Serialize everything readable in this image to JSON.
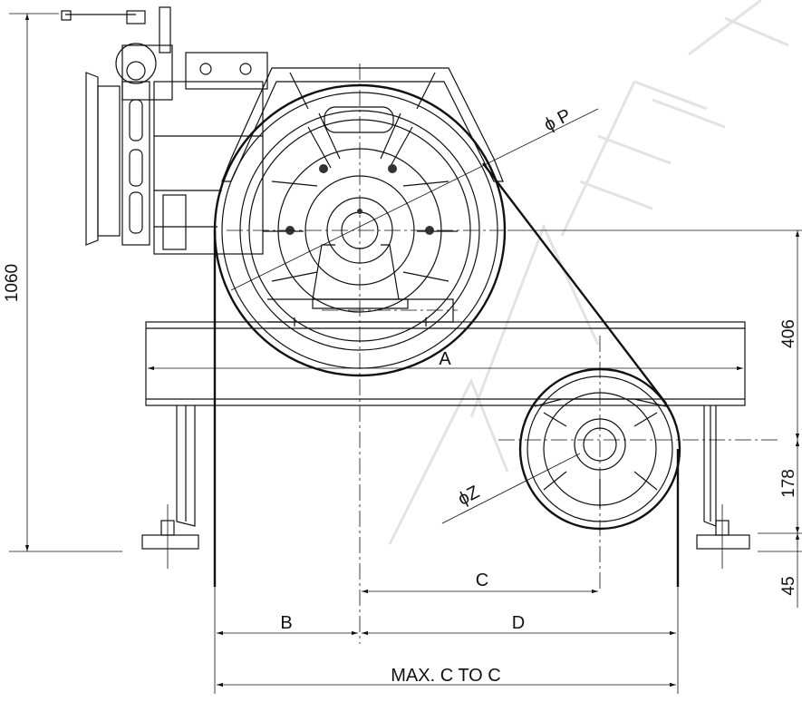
{
  "drawing": {
    "labels": {
      "height_total": "1060",
      "height_shaft": "406",
      "height_secondary": "178",
      "height_base": "45",
      "dim_a": "A",
      "dim_b": "B",
      "dim_c": "C",
      "dim_d": "D",
      "dim_center": "MAX. C TO C",
      "dia_p": "ϕ P",
      "dia_z": "ϕZ"
    }
  }
}
